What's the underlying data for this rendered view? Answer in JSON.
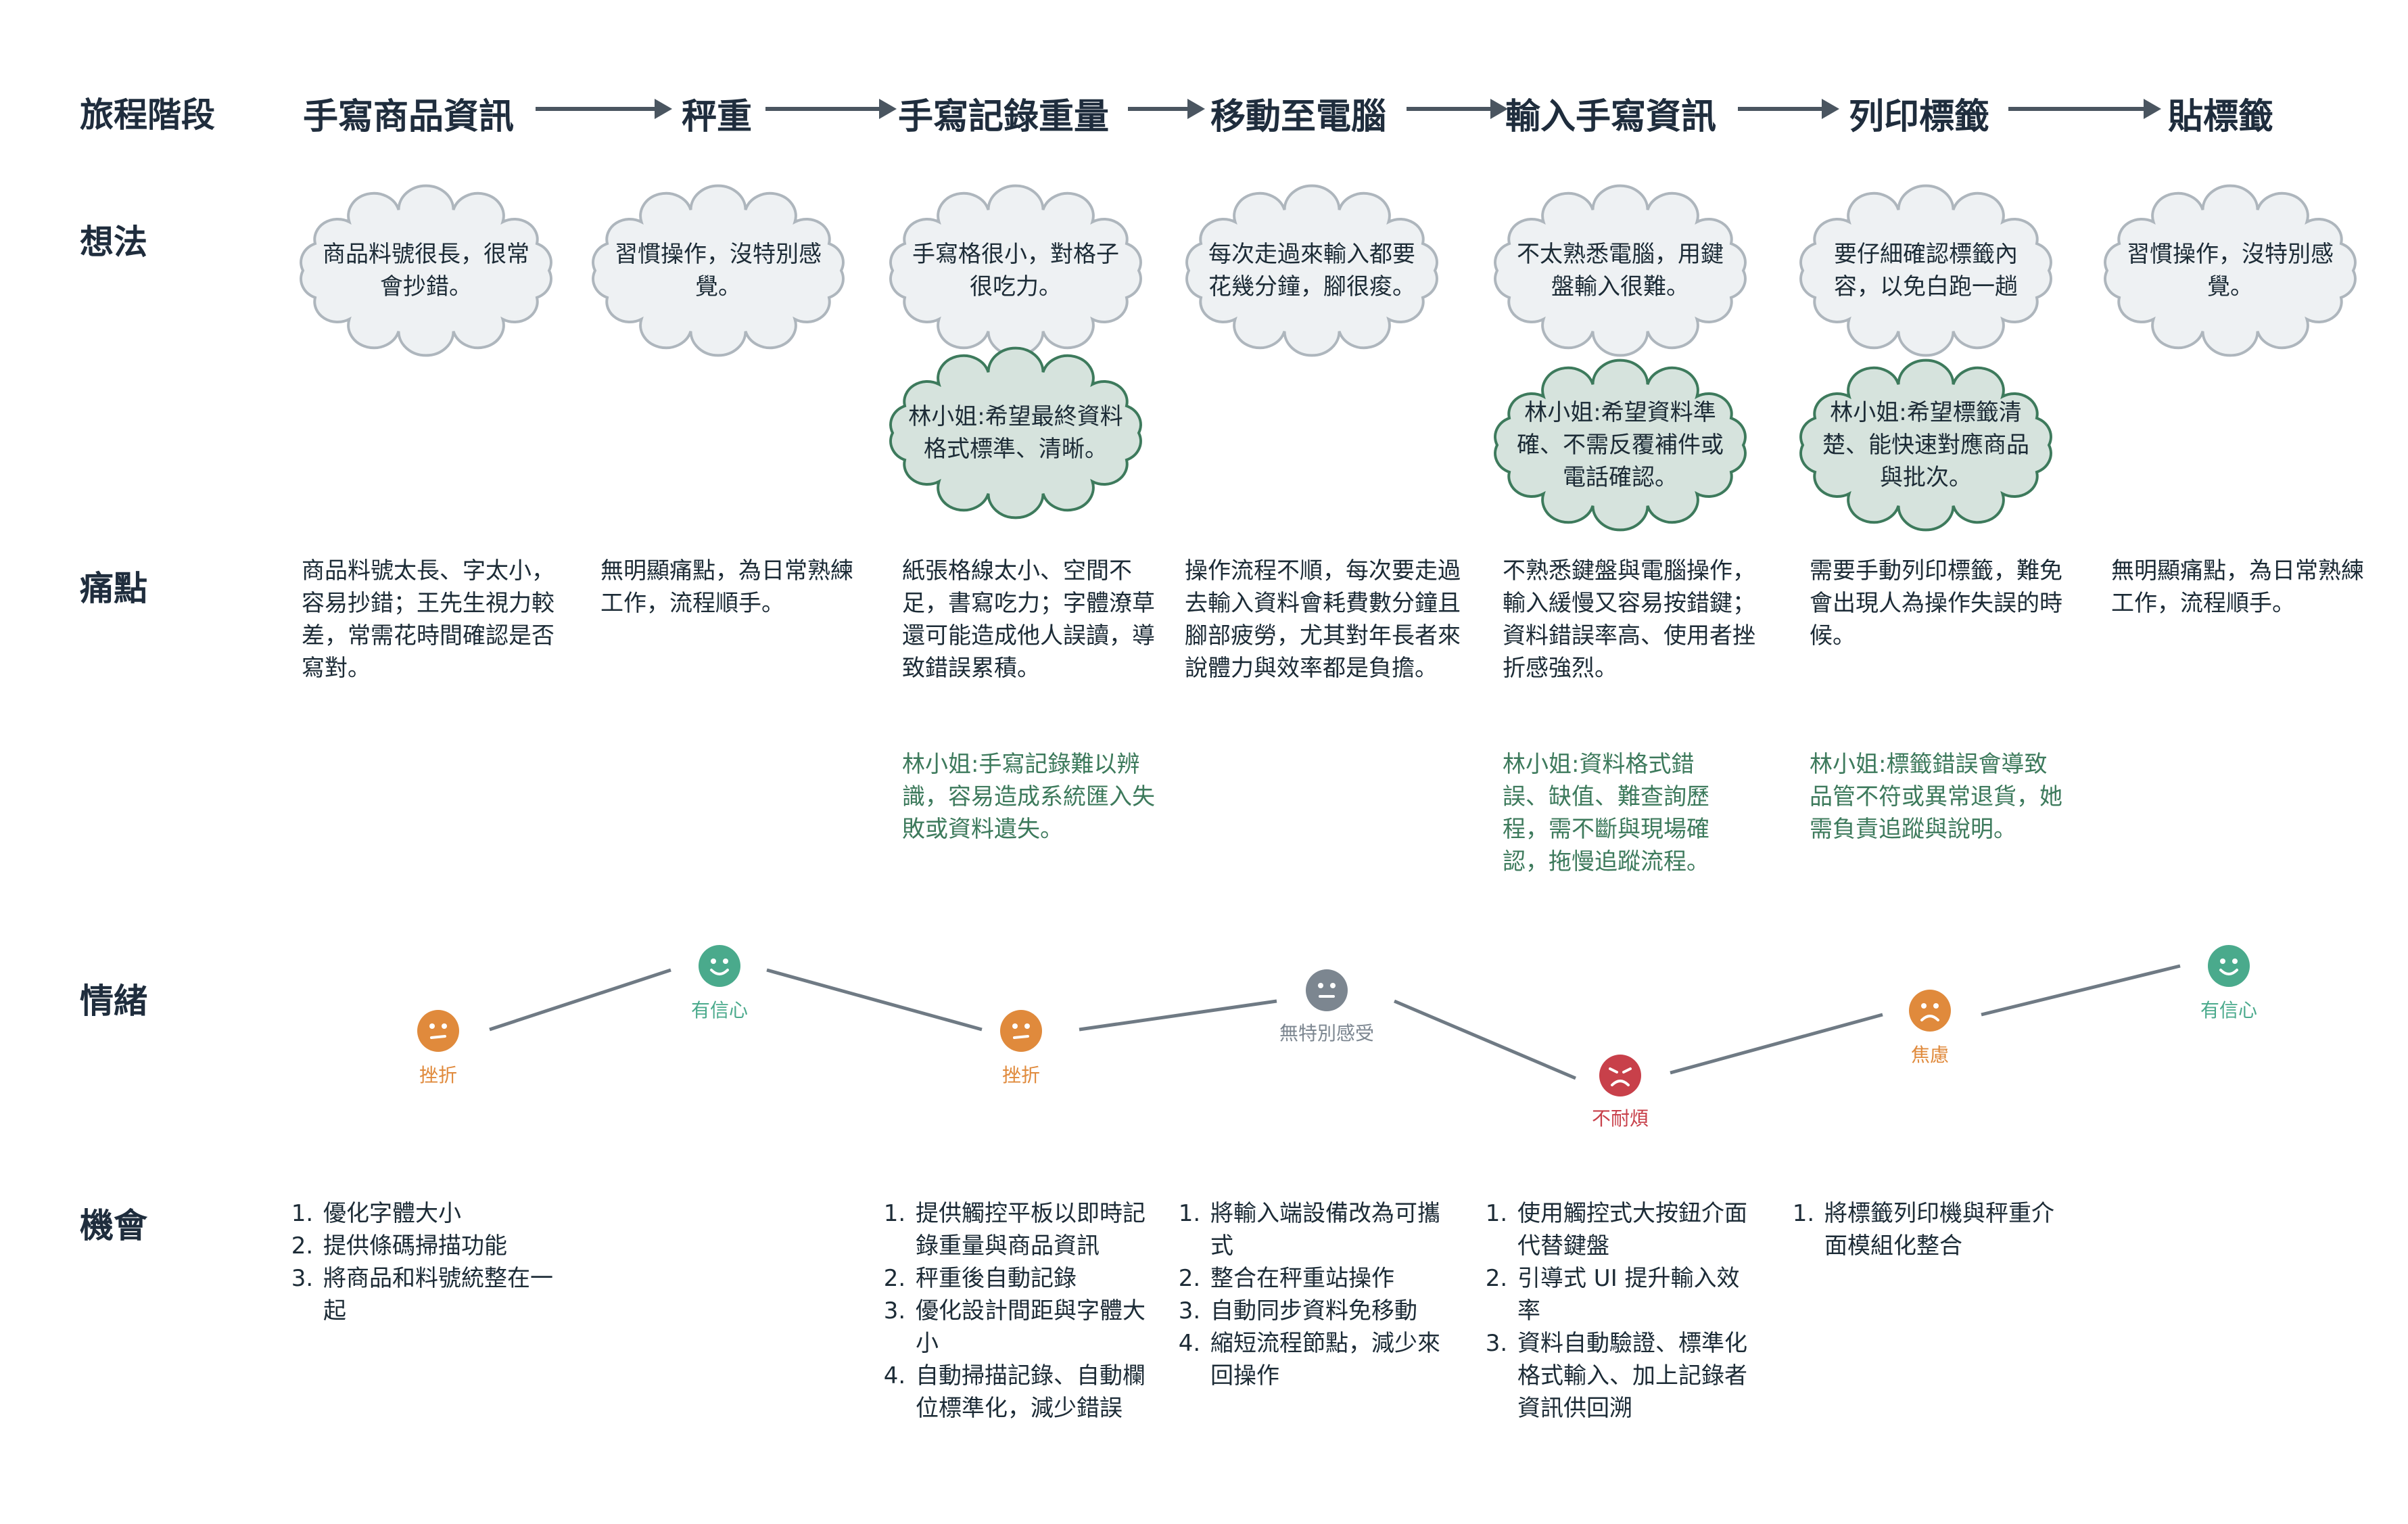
{
  "row_labels": {
    "stage": "旅程階段",
    "thoughts": "想法",
    "pain": "痛點",
    "emotion": "情緒",
    "opportunity": "機會"
  },
  "stages": [
    "手寫商品資訊",
    "秤重",
    "手寫記錄重量",
    "移動至電腦",
    "輸入手寫資訊",
    "列印標籤",
    "貼標籤"
  ],
  "thoughts": [
    "商品料號很長，很常會抄錯。",
    "習慣操作，沒特別感覺。",
    "手寫格很小，對格子很吃力。",
    "每次走過來輸入都要花幾分鐘，腳很痠。",
    "不太熟悉電腦，用鍵盤輸入很難。",
    "要仔細確認標籤內容，以免白跑一趟",
    "習慣操作，沒特別感覺。"
  ],
  "manager_thoughts": [
    {
      "stage": 2,
      "text": "林小姐:希望最終資料格式標準、清晰。"
    },
    {
      "stage": 4,
      "text": "林小姐:希望資料準確、不需反覆補件或電話確認。"
    },
    {
      "stage": 5,
      "text": "林小姐:希望標籤清楚、能快速對應商品與批次。"
    }
  ],
  "pain_points": [
    "商品料號太長、字太小，容易抄錯；王先生視力較差，常需花時間確認是否寫對。",
    "無明顯痛點，為日常熟練工作，流程順手。",
    "紙張格線太小、空間不足，書寫吃力；字體潦草還可能造成他人誤讀，導致錯誤累積。",
    "操作流程不順，每次要走過去輸入資料會耗費數分鐘且腳部疲勞，尤其對年長者來說體力與效率都是負擔。",
    "不熟悉鍵盤與電腦操作，輸入緩慢又容易按錯鍵；資料錯誤率高、使用者挫折感強烈。",
    "需要手動列印標籤，難免會出現人為操作失誤的時候。",
    "無明顯痛點，為日常熟練工作，流程順手。"
  ],
  "manager_pain_points": [
    {
      "stage": 2,
      "text": "林小姐:手寫記錄難以辨識，容易造成系統匯入失敗或資料遺失。"
    },
    {
      "stage": 4,
      "text": "林小姐:資料格式錯誤、缺值、難查詢歷程，需不斷與現場確認，拖慢追蹤流程。"
    },
    {
      "stage": 5,
      "text": "林小姐:標籤錯誤會導致品管不符或異常退貨，她需負責追蹤與說明。"
    }
  ],
  "emotions": [
    {
      "label": "挫折",
      "mood": "frustrated",
      "color": "#e08a3c"
    },
    {
      "label": "有信心",
      "mood": "happy",
      "color": "#4aaa8c"
    },
    {
      "label": "挫折",
      "mood": "frustrated",
      "color": "#e08a3c"
    },
    {
      "label": "無特別感受",
      "mood": "neutral",
      "color": "#7c8690"
    },
    {
      "label": "不耐煩",
      "mood": "angry",
      "color": "#c8404a"
    },
    {
      "label": "焦慮",
      "mood": "anxious",
      "color": "#e08a3c"
    },
    {
      "label": "有信心",
      "mood": "happy",
      "color": "#4aaa8c"
    }
  ],
  "opportunities": [
    [
      "優化字體大小",
      "提供條碼掃描功能",
      "將商品和料號統整在一起"
    ],
    [],
    [
      "提供觸控平板以即時記錄重量與商品資訊",
      "秤重後自動記錄",
      "優化設計間距與字體大小",
      "自動掃描記錄、自動欄位標準化，減少錯誤"
    ],
    [
      "將輸入端設備改為可攜式",
      "整合在秤重站操作",
      "自動同步資料免移動",
      "縮短流程節點，減少來回操作"
    ],
    [
      "使用觸控式大按鈕介面代替鍵盤",
      "引導式 UI 提升輸入效率",
      "資料自動驗證、標準化格式輸入、加上記錄者資訊供回溯"
    ],
    [
      "將標籤列印機與秤重介面模組化整合"
    ],
    []
  ],
  "colors": {
    "cloud_fill": "#eef1f3",
    "cloud_stroke": "#aeb6bd",
    "manager_cloud_fill": "#d6e3dd",
    "manager_cloud_stroke": "#3d7a5c",
    "emotion_line": "#6f7a84",
    "manager_text": "#3d7a5c"
  }
}
